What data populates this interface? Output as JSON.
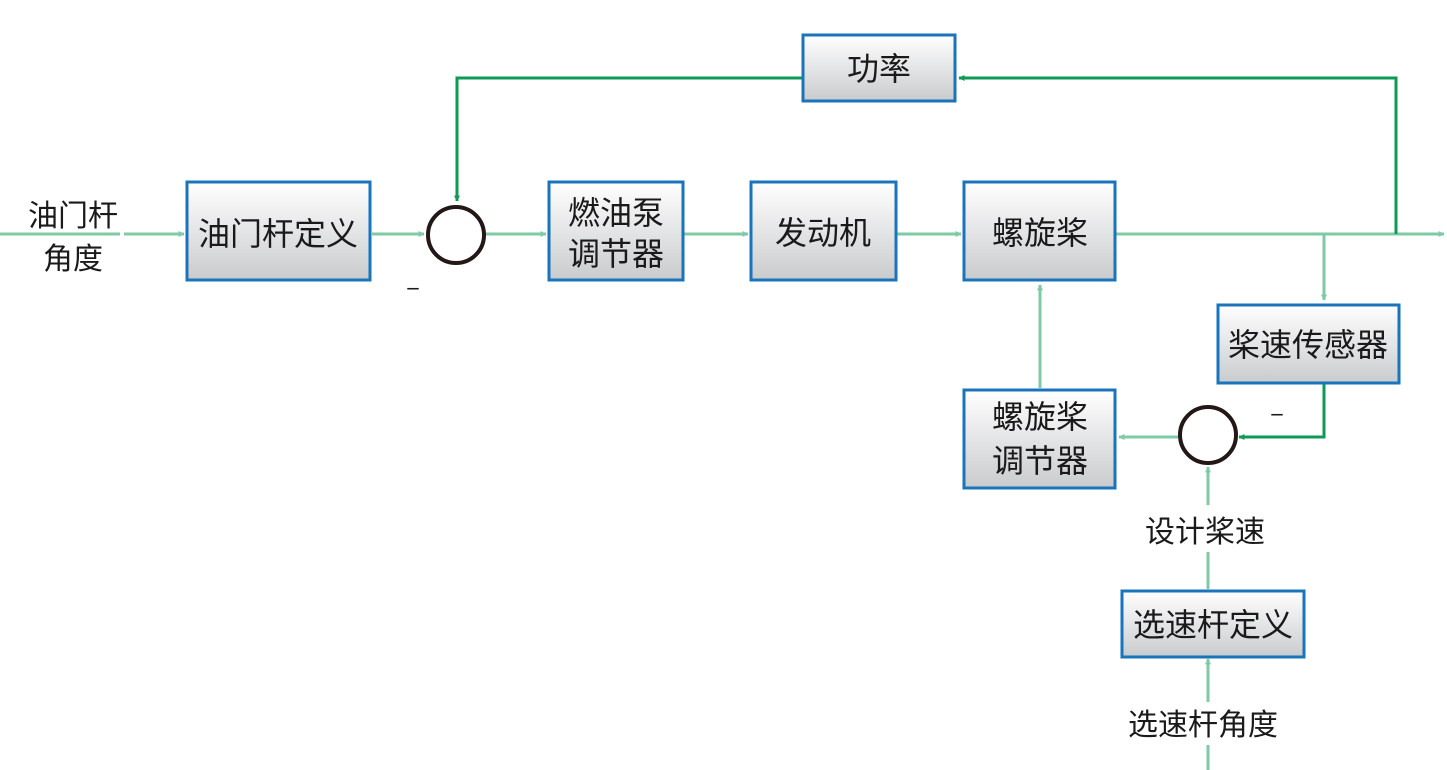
{
  "blocks": {
    "throttle_def": "油门杆定义",
    "fuel_pump_line1": "燃油泵",
    "fuel_pump_line2": "调节器",
    "engine": "发动机",
    "propeller": "螺旋桨",
    "power": "功率",
    "prop_speed_sensor": "桨速传感器",
    "prop_governor_line1": "螺旋桨",
    "prop_governor_line2": "调节器",
    "speed_lever_def": "选速杆定义"
  },
  "labels": {
    "throttle_angle_line1": "油门杆",
    "throttle_angle_line2": "角度",
    "design_prop_speed": "设计桨速",
    "speed_lever_angle": "选速杆角度",
    "minus_1": "_",
    "minus_2": "_"
  },
  "colors": {
    "box_border": "#1a74bc",
    "box_fill_top": "#ffffff",
    "box_fill_bottom": "#c9cbcd",
    "arrow_light": "#7fcaa6",
    "arrow_dark": "#0e9a56",
    "junction_stroke": "#231815"
  }
}
